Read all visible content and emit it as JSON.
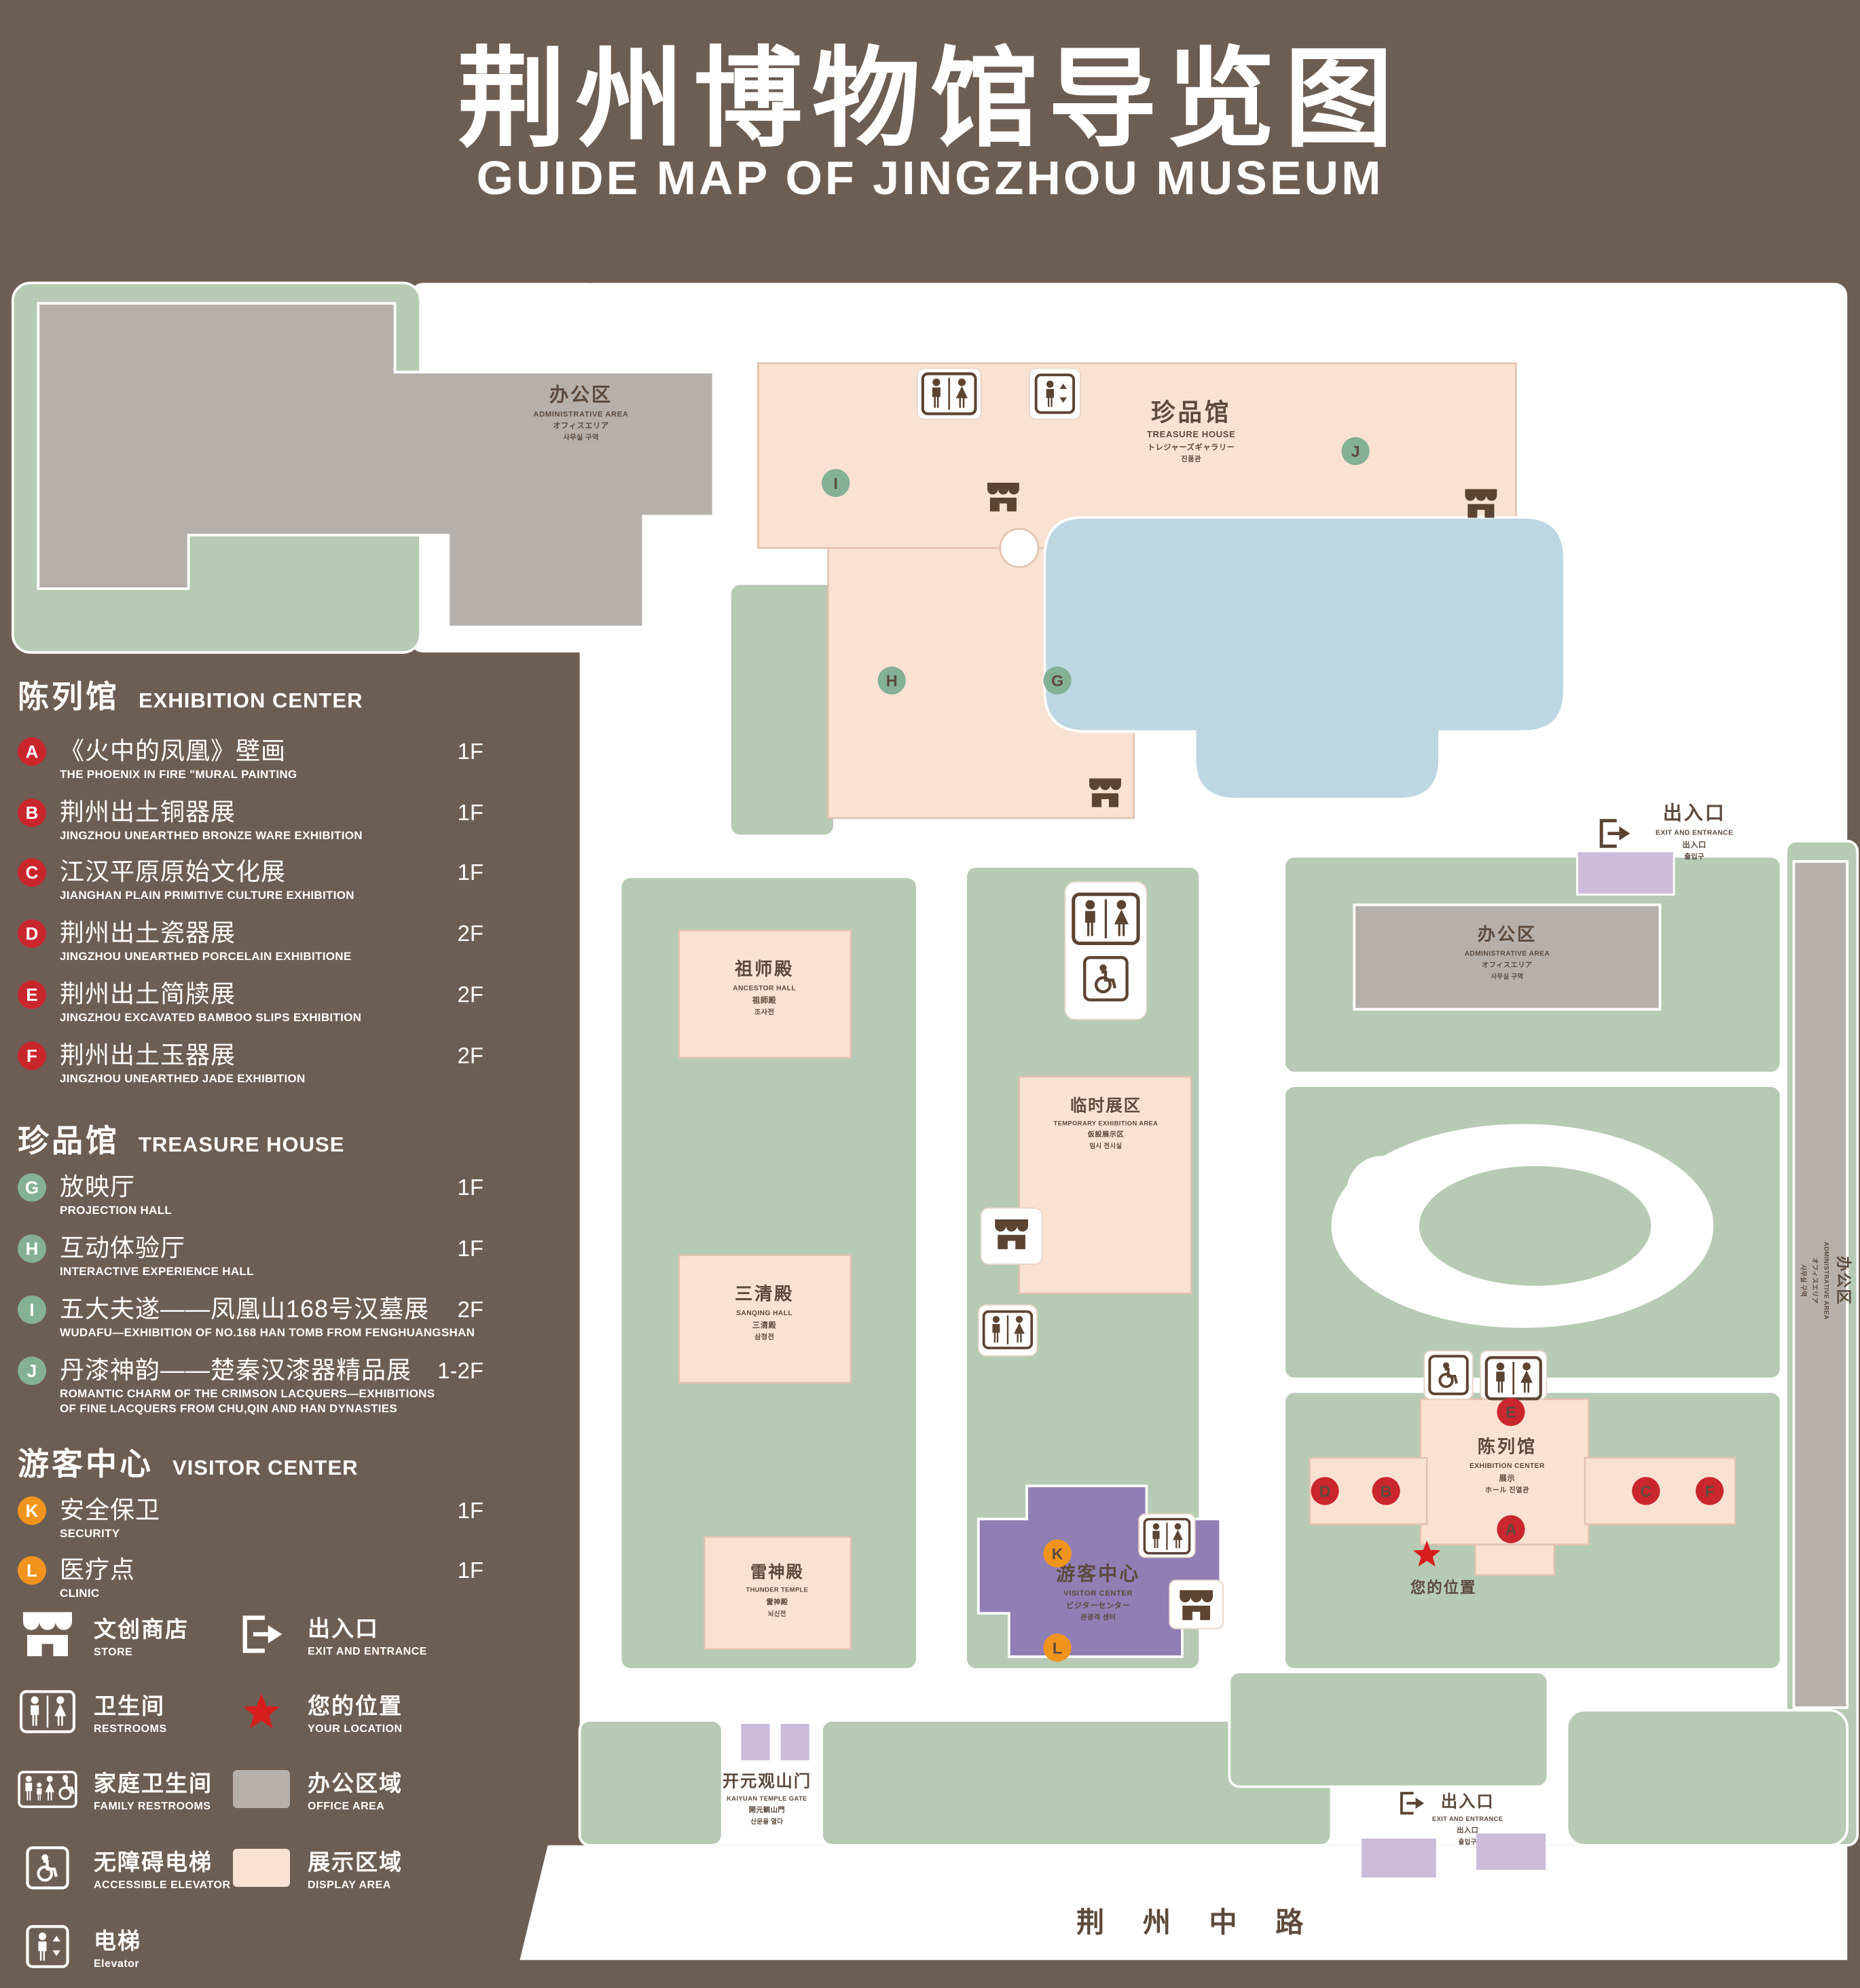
{
  "header": {
    "title": "荆州博物馆导览图",
    "subtitle": "GUIDE MAP OF JINGZHOU MUSEUM"
  },
  "colors": {
    "background": "#6d5e54",
    "lawn_green": "#b7cab4",
    "display_pink": "#fae2d3",
    "office_gray": "#b5b0ac",
    "visitor_purple": "#8f7fb5",
    "pond_blue": "#bdd7e2",
    "entrance_lavender": "#cbbcd9",
    "marker_red": "#c9272d",
    "marker_green": "#84b096",
    "marker_orange": "#f1941d",
    "location_red": "#d61e1e",
    "text_brown": "#5c4a3d"
  },
  "legend": {
    "sections": [
      {
        "title_zh": "陈列馆",
        "title_en": "EXHIBITION CENTER",
        "items": [
          {
            "letter": "A",
            "zh": "《火中的凤凰》壁画",
            "en": "THE PHOENIX IN FIRE \"MURAL PAINTING",
            "floor": "1F"
          },
          {
            "letter": "B",
            "zh": "荆州出土铜器展",
            "en": "JINGZHOU UNEARTHED BRONZE WARE EXHIBITION",
            "floor": "1F"
          },
          {
            "letter": "C",
            "zh": "江汉平原原始文化展",
            "en": "JIANGHAN PLAIN PRIMITIVE CULTURE EXHIBITION",
            "floor": "1F"
          },
          {
            "letter": "D",
            "zh": "荆州出土瓷器展",
            "en": "JINGZHOU UNEARTHED PORCELAIN EXHIBITIONE",
            "floor": "2F"
          },
          {
            "letter": "E",
            "zh": "荆州出土简牍展",
            "en": "JINGZHOU EXCAVATED BAMBOO SLIPS EXHIBITION",
            "floor": "2F"
          },
          {
            "letter": "F",
            "zh": "荆州出土玉器展",
            "en": "JINGZHOU UNEARTHED JADE EXHIBITION",
            "floor": "2F"
          }
        ]
      },
      {
        "title_zh": "珍品馆",
        "title_en": "TREASURE HOUSE",
        "items": [
          {
            "letter": "G",
            "zh": "放映厅",
            "en": "PROJECTION HALL",
            "floor": "1F"
          },
          {
            "letter": "H",
            "zh": "互动体验厅",
            "en": "INTERACTIVE EXPERIENCE HALL",
            "floor": "1F"
          },
          {
            "letter": "I",
            "zh": "五大夫遂——凤凰山168号汉墓展",
            "en": "WUDAFU—EXHIBITION OF NO.168 HAN TOMB FROM FENGHUANGSHAN",
            "floor": "2F"
          },
          {
            "letter": "J",
            "zh": "丹漆神韵——楚秦汉漆器精品展",
            "en": "ROMANTIC CHARM OF THE CRIMSON LACQUERS—EXHIBITIONS",
            "en2": "OF FINE LACQUERS FROM CHU,QIN AND HAN DYNASTIES",
            "floor": "1-2F"
          }
        ]
      },
      {
        "title_zh": "游客中心",
        "title_en": "VISITOR CENTER",
        "items": [
          {
            "letter": "K",
            "zh": "安全保卫",
            "en": "SECURITY",
            "floor": "1F"
          },
          {
            "letter": "L",
            "zh": "医疗点",
            "en": "CLINIC",
            "floor": "1F"
          }
        ]
      }
    ],
    "icons": [
      {
        "name": "store-icon",
        "zh": "文创商店",
        "en": "STORE"
      },
      {
        "name": "exit-entrance-icon",
        "zh": "出入口",
        "en": "EXIT AND ENTRANCE"
      },
      {
        "name": "restroom-icon",
        "zh": "卫生间",
        "en": "RESTROOMS"
      },
      {
        "name": "your-location-star-icon",
        "zh": "您的位置",
        "en": "YOUR LOCATION"
      },
      {
        "name": "family-restroom-icon",
        "zh": "家庭卫生间",
        "en": "FAMILY RESTROOMS"
      },
      {
        "name": "office-area-swatch",
        "zh": "办公区域",
        "en": "OFFICE AREA"
      },
      {
        "name": "accessible-elevator-icon",
        "zh": "无障碍电梯",
        "en": "ACCESSIBLE ELEVATOR"
      },
      {
        "name": "display-area-swatch",
        "zh": "展示区域",
        "en": "DISPLAY AREA"
      },
      {
        "name": "elevator-icon",
        "zh": "电梯",
        "en": "Elevator"
      }
    ]
  },
  "map": {
    "admin_top_left": {
      "zh": "办公区",
      "en": "ADMINISTRATIVE AREA",
      "ja": "オフィスエリア",
      "ko": "사무실 구역"
    },
    "treasure_house": {
      "zh": "珍品馆",
      "en": "TREASURE HOUSE",
      "ja": "トレジャーズギャラリー",
      "ko": "진품관"
    },
    "exit_right": {
      "zh": "出入口",
      "en": "EXIT AND ENTRANCE",
      "ja": "出入口",
      "ko": "출입구"
    },
    "admin_mid": {
      "zh": "办公区",
      "en": "ADMINISTRATIVE AREA",
      "ja": "オフィスエリア",
      "ko": "사무실 구역"
    },
    "admin_right": {
      "zh": "办公区",
      "en": "ADMINISTRATIVE AREA",
      "ja": "オフィスエリア",
      "ko": "사무실 구역"
    },
    "ancestor_hall": {
      "zh": "祖师殿",
      "en": "ANCESTOR HALL",
      "ja": "祖師殿",
      "ko": "조사전"
    },
    "temporary_area": {
      "zh": "临时展区",
      "en": "TEMPORARY EXHIBITION AREA",
      "ja": "仮設展示区",
      "ko": "임시 전시실"
    },
    "sanqing_hall": {
      "zh": "三清殿",
      "en": "SANQING HALL",
      "ja": "三清殿",
      "ko": "삼청전"
    },
    "thunder_temple": {
      "zh": "雷神殿",
      "en": "THUNDER TEMPLE",
      "ja": "雷神殿",
      "ko": "뇌신전"
    },
    "visitor_center": {
      "zh": "游客中心",
      "en": "VISITOR CENTER",
      "ja": "ビジターセンター",
      "ko": "관광객 센터"
    },
    "exhibition_center": {
      "zh": "陈列馆",
      "en": "EXHIBITION CENTER",
      "ja": "展示",
      "ko": "ホール 진열관"
    },
    "your_location": "您的位置",
    "gate": {
      "zh": "开元观山门",
      "en": "KAIYUAN TEMPLE GATE",
      "ja": "開元観山門",
      "ko": "산문을 열다"
    },
    "exit_bottom": {
      "zh": "出入口",
      "en": "EXIT AND ENTRANCE",
      "ja": "出入口",
      "ko": "출입구"
    },
    "road": "荆 州 中 路",
    "markers": {
      "A": "A",
      "B": "B",
      "C": "C",
      "D": "D",
      "E": "E",
      "F": "F",
      "G": "G",
      "H": "H",
      "I": "I",
      "J": "J",
      "K": "K",
      "L": "L"
    }
  }
}
